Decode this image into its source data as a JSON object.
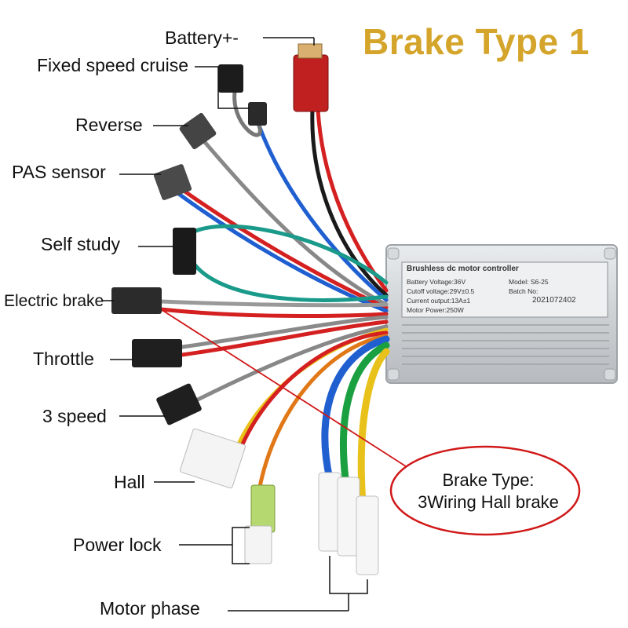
{
  "title": "Brake Type 1",
  "labels": {
    "battery": "Battery+-",
    "cruise": "Fixed speed cruise",
    "reverse": "Reverse",
    "pas": "PAS sensor",
    "self_study": "Self study",
    "electric_brake": "Electric brake",
    "throttle": "Throttle",
    "three_speed": "3 speed",
    "hall": "Hall",
    "power_lock": "Power lock",
    "motor_phase": "Motor phase"
  },
  "callout": {
    "line1": "Brake Type:",
    "line2": "3Wiring Hall brake"
  },
  "controller": {
    "header": "Brushless dc motor controller",
    "battery_voltage": "Battery Voltage:36V",
    "model": "Model: S6-25",
    "cutoff_voltage": "Cutoff voltage:29V±0.5",
    "batch_label": "Batch No:",
    "current_output": "Current output:13A±1",
    "batch_number": "2021072402",
    "motor_power": "Motor Power:250W"
  },
  "colors": {
    "title": "#d4a52a",
    "callout_line": "#d01818",
    "casing": "#cfd3d6",
    "red_wire": "#d42020",
    "black_wire": "#1a1a1a",
    "blue_wire": "#1f5fd0",
    "green_wire": "#1aa040",
    "yellow_wire": "#e8c21a",
    "teal_wire": "#1a9a8a",
    "orange_wire": "#e07818",
    "gray_wire": "#8a8a8a"
  }
}
